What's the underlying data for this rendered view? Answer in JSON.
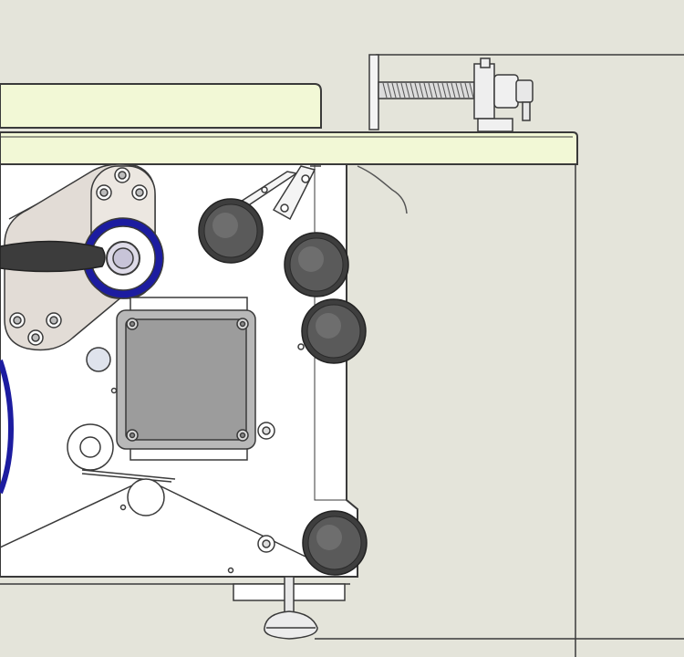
{
  "drawing": {
    "colors": {
      "background": "#e4e4da",
      "plate_fill": "#ffffff",
      "conveyor_fill": "#f2f8d6",
      "outline": "#3a3a3a",
      "roller_fill": "#5a5a5a",
      "motor_fill": "#9c9c9c",
      "arm_fill": "#e2dcd6",
      "reel_ring": "#1c1ca0"
    },
    "components": [
      "upper-conveyor-plate",
      "lower-conveyor-plate",
      "screw-clamp",
      "machine-side-plate",
      "peeler-arm",
      "label-reel-spindle",
      "servo-motor",
      "pressure-rollers",
      "leveling-foot"
    ]
  }
}
